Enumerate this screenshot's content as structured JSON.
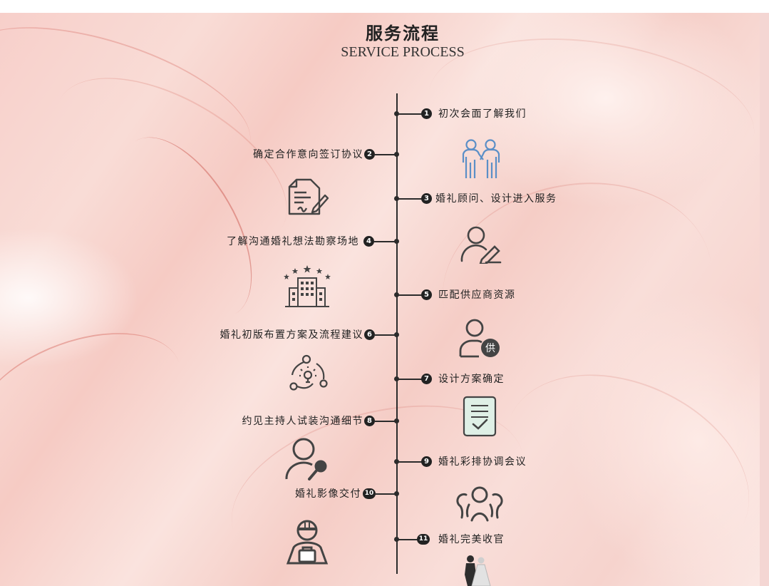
{
  "header": {
    "title": "服务流程",
    "subtitle": "SERVICE PROCESS"
  },
  "steps": [
    {
      "num": "1",
      "text": "初次会面了解我们",
      "side": "right",
      "icon": "two-people-icon"
    },
    {
      "num": "2",
      "text": "确定合作意向签订协议",
      "side": "left",
      "icon": "signed-document-icon"
    },
    {
      "num": "3",
      "text": "婚礼顾问、设计进入服务",
      "side": "right",
      "icon": "user-edit-icon"
    },
    {
      "num": "4",
      "text": "了解沟通婚礼想法勘察场地",
      "side": "left",
      "icon": "venue-building-icon"
    },
    {
      "num": "5",
      "text": "匹配供应商资源",
      "side": "right",
      "icon": "supplier-user-icon"
    },
    {
      "num": "6",
      "text": "婚礼初版布置方案及流程建议",
      "side": "left",
      "icon": "idea-flow-icon"
    },
    {
      "num": "7",
      "text": "设计方案确定",
      "side": "right",
      "icon": "approved-document-icon"
    },
    {
      "num": "8",
      "text": "约见主持人试装沟通细节",
      "side": "left",
      "icon": "host-microphone-icon"
    },
    {
      "num": "9",
      "text": "婚礼彩排协调会议",
      "side": "right",
      "icon": "meeting-group-icon"
    },
    {
      "num": "10",
      "text": "婚礼影像交付",
      "side": "left",
      "icon": "photographer-icon"
    },
    {
      "num": "11",
      "text": "婚礼完美收官",
      "side": "right",
      "icon": "wedding-couple-icon"
    }
  ],
  "colors": {
    "ink": "#222222",
    "marble_base": "#f7cfca",
    "marble_vein": "#d66e64",
    "icon_blue": "#5b8fc7",
    "doc_green": "#dff0e6"
  },
  "icon_glyphs": {
    "supplier_badge": "供"
  }
}
